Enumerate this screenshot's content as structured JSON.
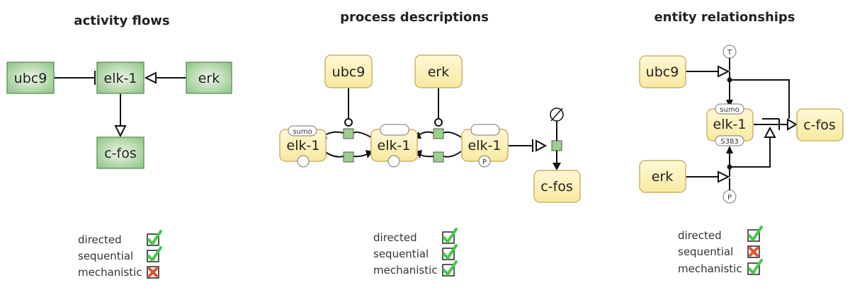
{
  "panels": [
    {
      "title": "activity flows",
      "nodes": {
        "ubc9": "ubc9",
        "elk1": "elk-1",
        "erk": "erk",
        "cfos": "c-fos"
      },
      "criteria": [
        {
          "label": "directed",
          "status": "check"
        },
        {
          "label": "sequential",
          "status": "check"
        },
        {
          "label": "mechanistic",
          "status": "cross"
        }
      ]
    },
    {
      "title": "process descriptions",
      "nodes": {
        "ubc9": "ubc9",
        "erk": "erk",
        "elk1_a": "elk-1",
        "elk1_b": "elk-1",
        "elk1_c": "elk-1",
        "cfos": "c-fos"
      },
      "state_labels": {
        "sumo": "sumo",
        "p": "P"
      },
      "criteria": [
        {
          "label": "directed",
          "status": "check"
        },
        {
          "label": "sequential",
          "status": "check"
        },
        {
          "label": "mechanistic",
          "status": "check"
        }
      ]
    },
    {
      "title": "entity relationships",
      "nodes": {
        "ubc9": "ubc9",
        "elk1": "elk-1",
        "erk": "erk",
        "cfos": "c-fos"
      },
      "state_labels": {
        "sumo": "sumo",
        "s383": "S383",
        "t": "T",
        "p": "P"
      },
      "criteria": [
        {
          "label": "directed",
          "status": "check"
        },
        {
          "label": "sequential",
          "status": "cross"
        },
        {
          "label": "mechanistic",
          "status": "check"
        }
      ]
    }
  ],
  "colors": {
    "activity_fill_center": "#e8f4e2",
    "activity_fill_edge": "#8cc283",
    "activity_stroke": "#6a9a62",
    "entity_fill": "#fdf3bc",
    "entity_stroke": "#c9b36a",
    "process_fill": "#9dcf90",
    "check": "#46c84a",
    "cross": "#e2532c"
  }
}
